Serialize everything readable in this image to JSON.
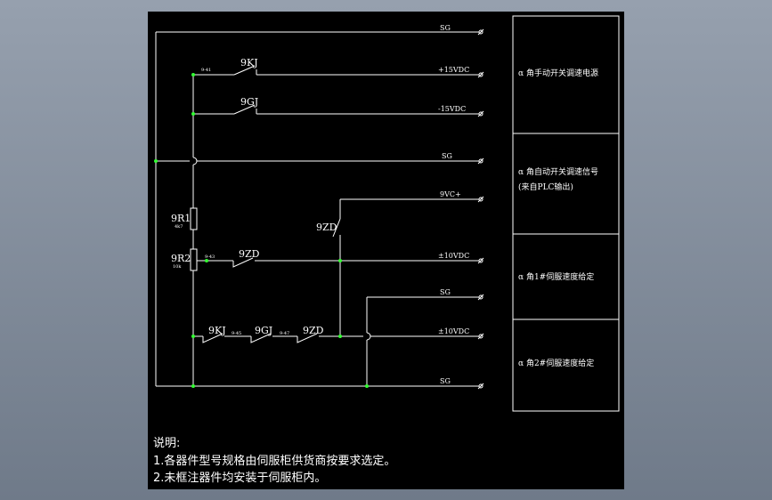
{
  "terminals": {
    "sg_top": "SG",
    "p15": "+15VDC",
    "m15": "-15VDC",
    "sg_mid": "SG",
    "v9c": "9VC+",
    "pm10_a": "±10VDC",
    "sg_low": "SG",
    "pm10_b": "±10VDC",
    "sg_bottom": "SG"
  },
  "components": {
    "kj_top": "9KJ",
    "gj_top": "9GJ",
    "zd_vertical": "9ZD",
    "zd_mid": "9ZD",
    "r1": "9R1",
    "r2": "9R2",
    "kj_bot": "9KJ",
    "gj_bot": "9GJ",
    "zd_bot": "9ZD"
  },
  "wire_numbers": {
    "n41": "9-41",
    "n43": "9-43",
    "n45": "9-45",
    "n47": "9-47"
  },
  "resistor_values": {
    "r1": "4k7",
    "r2": "10k"
  },
  "panel": {
    "row1": "α 角手动开关调速电源",
    "row2_line1": "α 角自动开关调速信号",
    "row2_line2": "(来自PLC输出)",
    "row3": "α 角1#伺服速度给定",
    "row4": "α 角2#伺服速度给定"
  },
  "notes": {
    "title": "说明:",
    "line1": "1.各器件型号规格由伺服柜供货商按要求选定。",
    "line2": "2.未框注器件均安装于伺服柜内。"
  }
}
